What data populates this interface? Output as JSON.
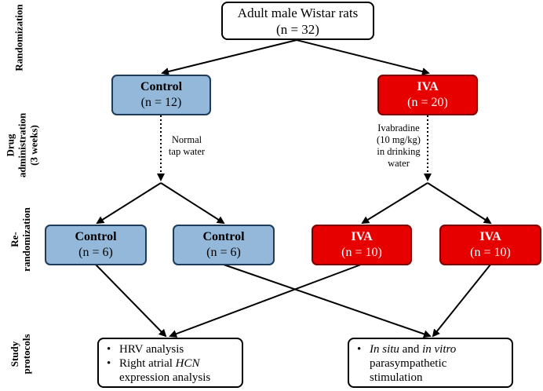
{
  "side_labels": {
    "randomization": "Randomization",
    "drug_line1": "Drug",
    "drug_line2": "administration",
    "drug_line3": "(3 weeks)",
    "rerand_line1": "Re-",
    "rerand_line2": "randomization",
    "protocols_line1": "Study",
    "protocols_line2": "protocols"
  },
  "top_box": {
    "line1": "Adult male Wistar rats",
    "line2": "(n = 32)"
  },
  "control_group": {
    "title": "Control",
    "count": "(n = 12)"
  },
  "iva_group": {
    "title": "IVA",
    "count": "(n = 20)"
  },
  "control_note": {
    "line1": "Normal",
    "line2": "tap water"
  },
  "iva_note": {
    "line1": "Ivabradine",
    "line2": "(10 mg/kg)",
    "line3": "in drinking",
    "line4": "water"
  },
  "subgroups": {
    "control_a": {
      "title": "Control",
      "count": "(n = 6)"
    },
    "control_b": {
      "title": "Control",
      "count": "(n = 6)"
    },
    "iva_a": {
      "title": "IVA",
      "count": "(n = 10)"
    },
    "iva_b": {
      "title": "IVA",
      "count": "(n = 10)"
    }
  },
  "protocol_left": {
    "bullet": "•",
    "item1": "HRV analysis",
    "item2_pre": "Right atrial ",
    "item2_em": "HCN",
    "item2_line2": "expression analysis"
  },
  "protocol_right": {
    "bullet": "•",
    "em1": "In situ",
    "mid": " and ",
    "em2": "in vitro",
    "line2": "parasympathetic",
    "line3": "stimulation"
  },
  "colors": {
    "control_fill": "#94b8d9",
    "control_border": "#1f3b5a",
    "iva_fill": "#e60000",
    "iva_border": "#7a0000",
    "arrow": "#000000"
  }
}
